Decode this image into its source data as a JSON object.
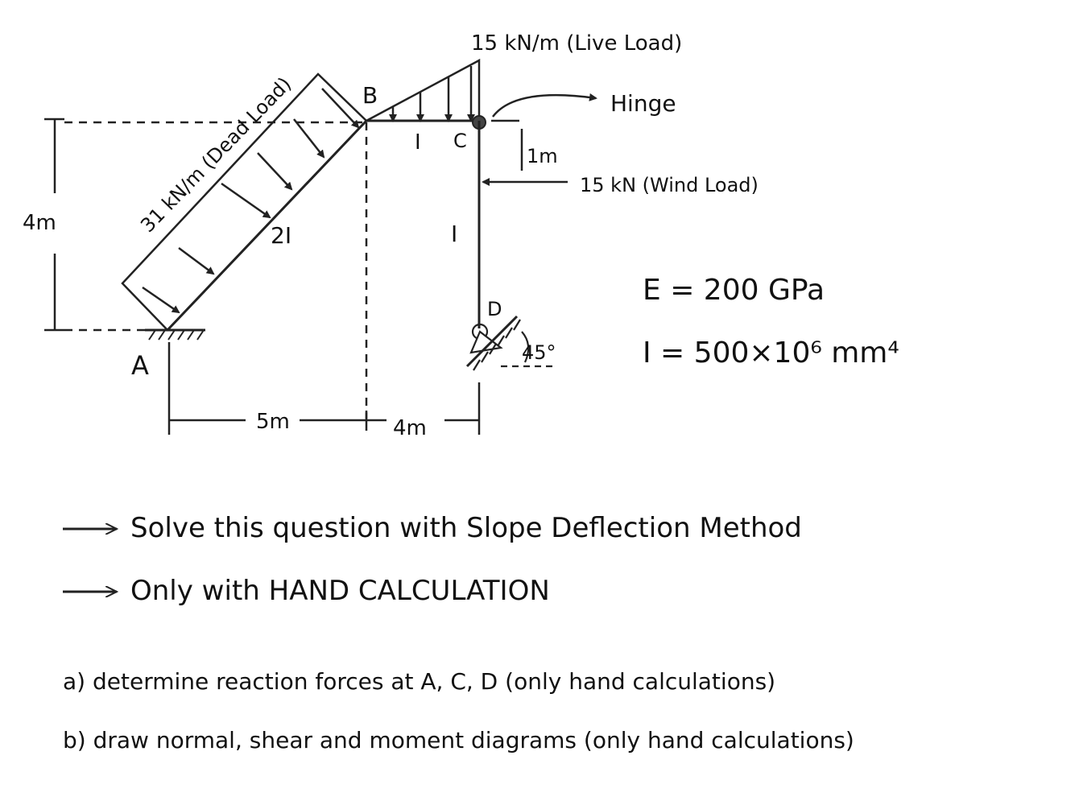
{
  "diagram": {
    "labels": {
      "A": "A",
      "B": "B",
      "C": "C",
      "D": "D"
    },
    "dead_load": "31 kN/m (Dead Load)",
    "live_load": "15 kN/m (Live Load)",
    "hinge": "Hinge",
    "wind_load": "15 kN (Wind Load)",
    "one_m": "1m",
    "inertia_bc": "I",
    "inertia_ab": "2I",
    "inertia_cd": "I",
    "angle": "45°",
    "dim_height": "4m",
    "dim_5m": "5m",
    "dim_4m": "4m"
  },
  "properties": {
    "E": "E = 200 GPa",
    "I": "I = 500×10⁶ mm⁴"
  },
  "instructions": [
    "Solve this question with Slope Deflection Method",
    "Only with HAND CALCULATION"
  ],
  "tasks": [
    "a) determine reaction forces at A, C, D (only hand calculations)",
    "b) draw normal, shear and moment diagrams (only hand calculations)"
  ]
}
